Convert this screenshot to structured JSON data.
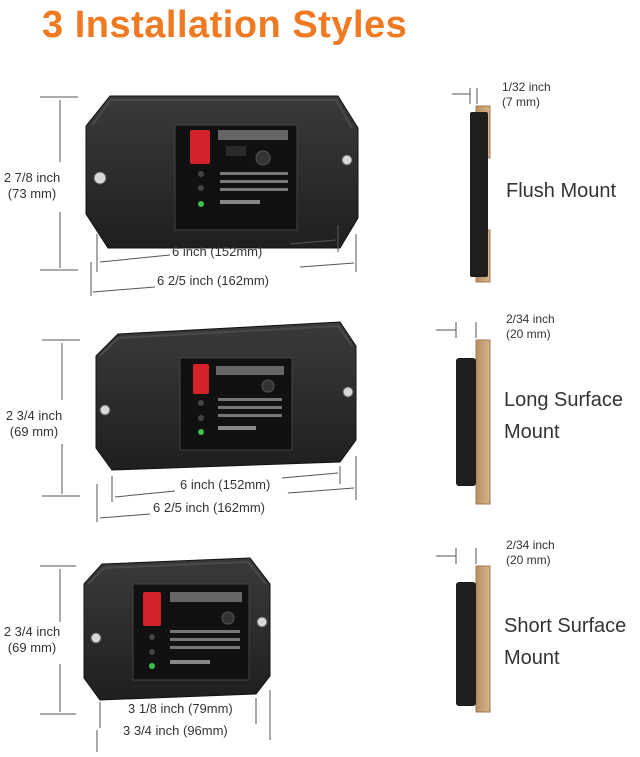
{
  "title": "3 Installation Styles",
  "styles": [
    {
      "height_label": "2 7/8 inch",
      "height_mm": "(73 mm)",
      "inner_width_label": "6  inch (152mm)",
      "outer_width_label": "6  2/5 inch (162mm)",
      "depth_label": "1/32 inch",
      "depth_mm": "(7 mm)",
      "mount_line1": "Flush Mount",
      "mount_line2": ""
    },
    {
      "height_label": "2  3/4 inch",
      "height_mm": "(69 mm)",
      "inner_width_label": "6  inch (152mm)",
      "outer_width_label": "6  2/5 inch (162mm)",
      "depth_label": "2/34 inch",
      "depth_mm": "(20 mm)",
      "mount_line1": "Long Surface",
      "mount_line2": "Mount"
    },
    {
      "height_label": "2  3/4 inch",
      "height_mm": "(69 mm)",
      "inner_width_label": "3  1/8 inch (79mm)",
      "outer_width_label": "3  3/4 inch (96mm)",
      "depth_label": "2/34 inch",
      "depth_mm": "(20 mm)",
      "mount_line1": "Short Surface",
      "mount_line2": "Mount"
    }
  ],
  "colors": {
    "title": "#f07a22",
    "device_body": "#2b2b2b",
    "panel": "#111111",
    "led_display": "#d3222a",
    "wood": "#c9a57a"
  }
}
